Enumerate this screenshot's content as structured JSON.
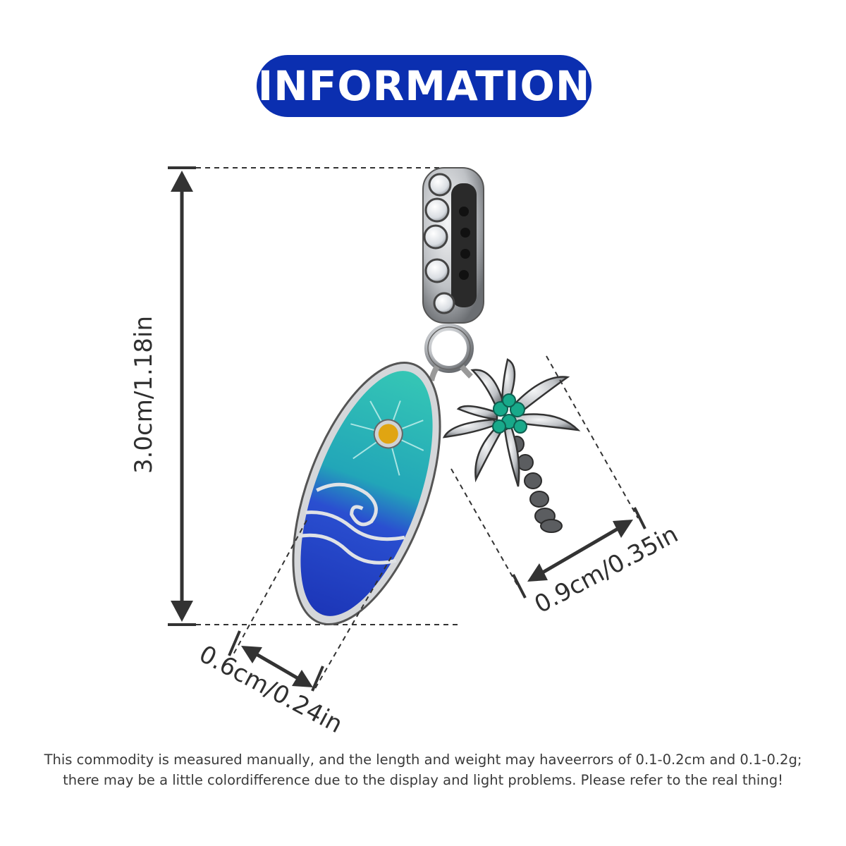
{
  "header": {
    "title": "INFORMATION"
  },
  "dimensions": {
    "height_label": "3.0cm/1.18in",
    "width_board_label": "0.6cm/0.24in",
    "width_palm_label": "0.9cm/0.35in"
  },
  "footer": {
    "line1": "This commodity is measured manually, and the length and weight may haveerrors of 0.1-0.2cm and 0.1-0.2g;",
    "line2": "there may be a little colordifference due to the display and light problems. Please refer to the real thing!"
  },
  "colors": {
    "pill_bg": "#0b2fb0",
    "dim_line": "#333333",
    "enamel_teal": "#2bb7b0",
    "enamel_blue": "#1f3fc9",
    "silver": "#c7c9cc",
    "dark_silver": "#4a4a4a",
    "gem_yellow": "#e0a512",
    "gem_green": "#18a98a"
  }
}
